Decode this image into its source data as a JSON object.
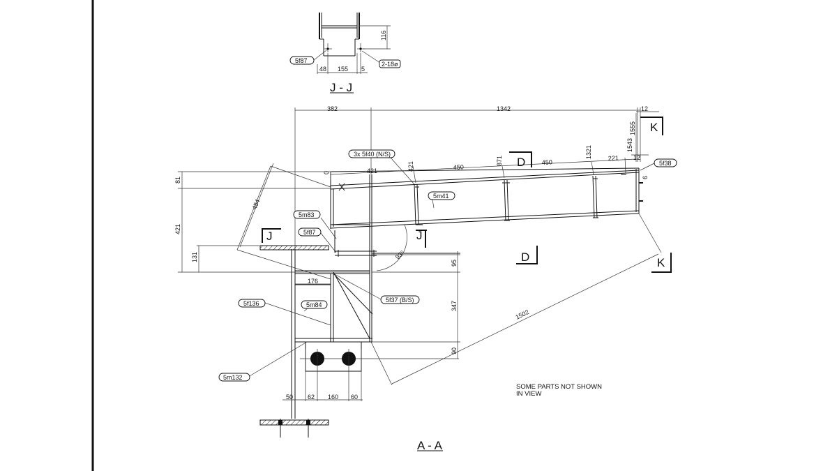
{
  "drawing": {
    "titles": {
      "section_jj": "J - J",
      "section_aa": "A - A"
    },
    "note": {
      "line1": "SOME PARTS NOT SHOWN",
      "line2": "IN VIEW"
    },
    "section_markers": {
      "j": "J",
      "d": "D",
      "k": "K"
    },
    "part_tags": {
      "p5f87_top": "5f87",
      "p2_18": "2-18ø",
      "p3x5f40": "3x 5f40 (N/S)",
      "p5f38": "5f38",
      "p5m41": "5m41",
      "p5m83": "5m83",
      "p5f87": "5f87",
      "p5f136": "5f136",
      "p5m84": "5m84",
      "p5f37": "5f37 (B/S)",
      "p5m132": "5m132"
    },
    "dimensions": {
      "jj_116": "116",
      "jj_48": "48",
      "jj_155": "155",
      "jj_5": "5",
      "d382": "382",
      "d1342": "1342",
      "d12a": "12",
      "d1555": "1555",
      "d1543": "1543",
      "d12b": "12",
      "d0": "0",
      "d421a": "421",
      "d421b": "421",
      "d450a": "450",
      "d871": "871",
      "d450b": "450",
      "d1321": "1321",
      "d221": "221",
      "d6": "6",
      "d81": "81",
      "d454": "454",
      "d421side": "421",
      "d131": "131",
      "d93": "93°",
      "d95": "95",
      "d176": "176",
      "d347": "347",
      "d1502": "1502",
      "d90": "90",
      "d50": "50",
      "d62": "62",
      "d160": "160",
      "d60": "60"
    }
  }
}
